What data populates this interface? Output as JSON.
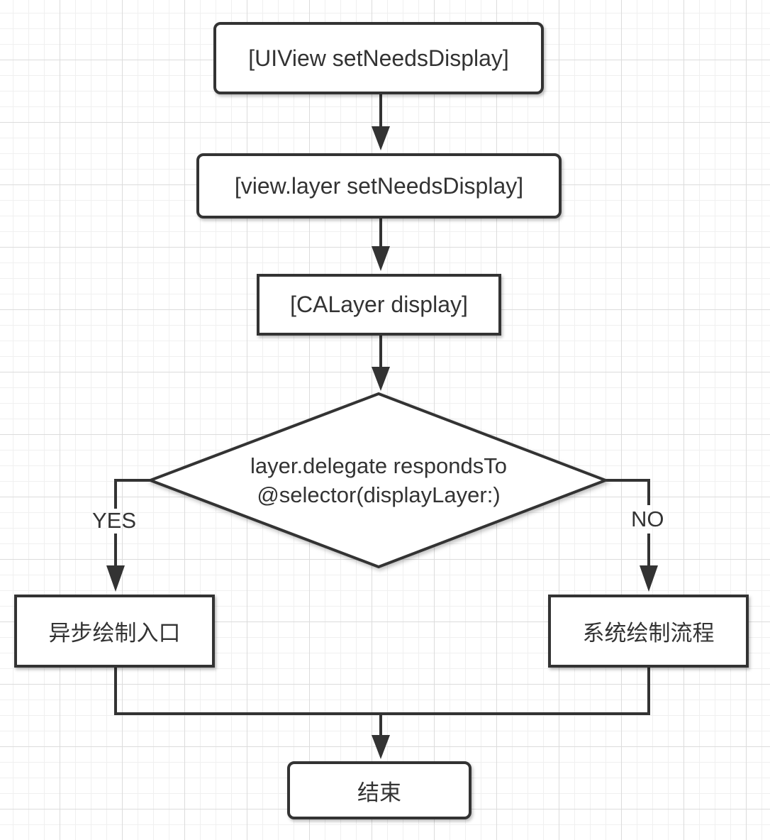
{
  "nodes": {
    "uiview_set_needs_display": "[UIView setNeedsDisplay]",
    "layer_set_needs_display": "[view.layer setNeedsDisplay]",
    "calayer_display": "[CALayer display]",
    "decision_line1": "layer.delegate respondsTo",
    "decision_line2": "@selector(displayLayer:)",
    "async_draw_entry": "异步绘制入口",
    "system_draw_flow": "系统绘制流程",
    "end": "结束"
  },
  "edge_labels": {
    "yes": "YES",
    "no": "NO"
  },
  "colors": {
    "stroke": "#333333",
    "background": "#ffffff",
    "grid": "#dcdcdc"
  }
}
